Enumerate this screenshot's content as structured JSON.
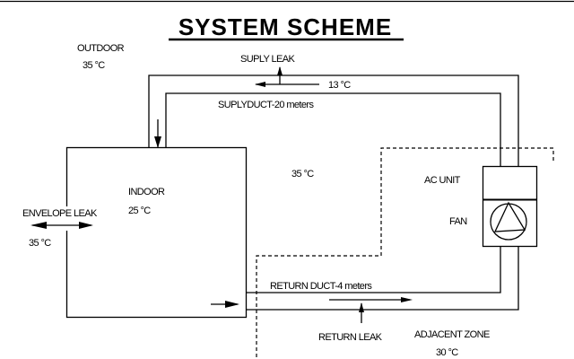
{
  "title": "SYSTEM SCHEME",
  "zones": {
    "outdoor": {
      "label": "OUTDOOR",
      "temperature": "35 °C"
    },
    "indoor": {
      "label": "INDOOR",
      "temperature": "25 °C"
    },
    "attic": {
      "temperature": "35 °C"
    },
    "adjacent": {
      "label": "ADJACENT ZONE",
      "temperature": "30 °C"
    }
  },
  "supply": {
    "leak_label": "SUPLY LEAK",
    "temperature": "13 °C",
    "duct_label": "SUPLYDUCT-20 meters"
  },
  "return": {
    "duct_label": "RETURN DUCT-4 meters",
    "leak_label": "RETURN LEAK"
  },
  "envelope": {
    "leak_label": "ENVELOPE LEAK",
    "temperature": "35 °C"
  },
  "equipment": {
    "ac_label": "AC UNIT",
    "fan_label": "FAN"
  }
}
